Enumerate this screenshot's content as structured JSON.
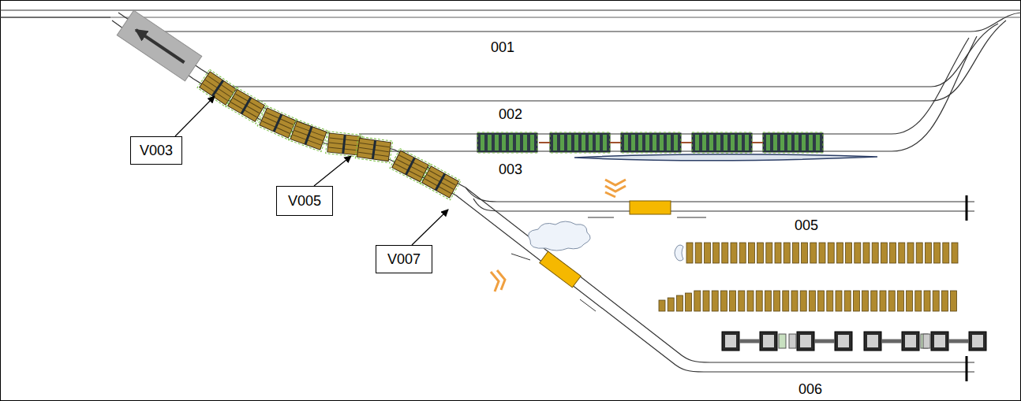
{
  "diagram": {
    "nodes": [
      {
        "text": [
          "V003"
        ]
      },
      {
        "text": [
          "V005"
        ]
      },
      {
        "text": [
          "V007"
        ]
      }
    ],
    "labels": [
      "001",
      "002",
      "003",
      "005",
      "006"
    ]
  }
}
